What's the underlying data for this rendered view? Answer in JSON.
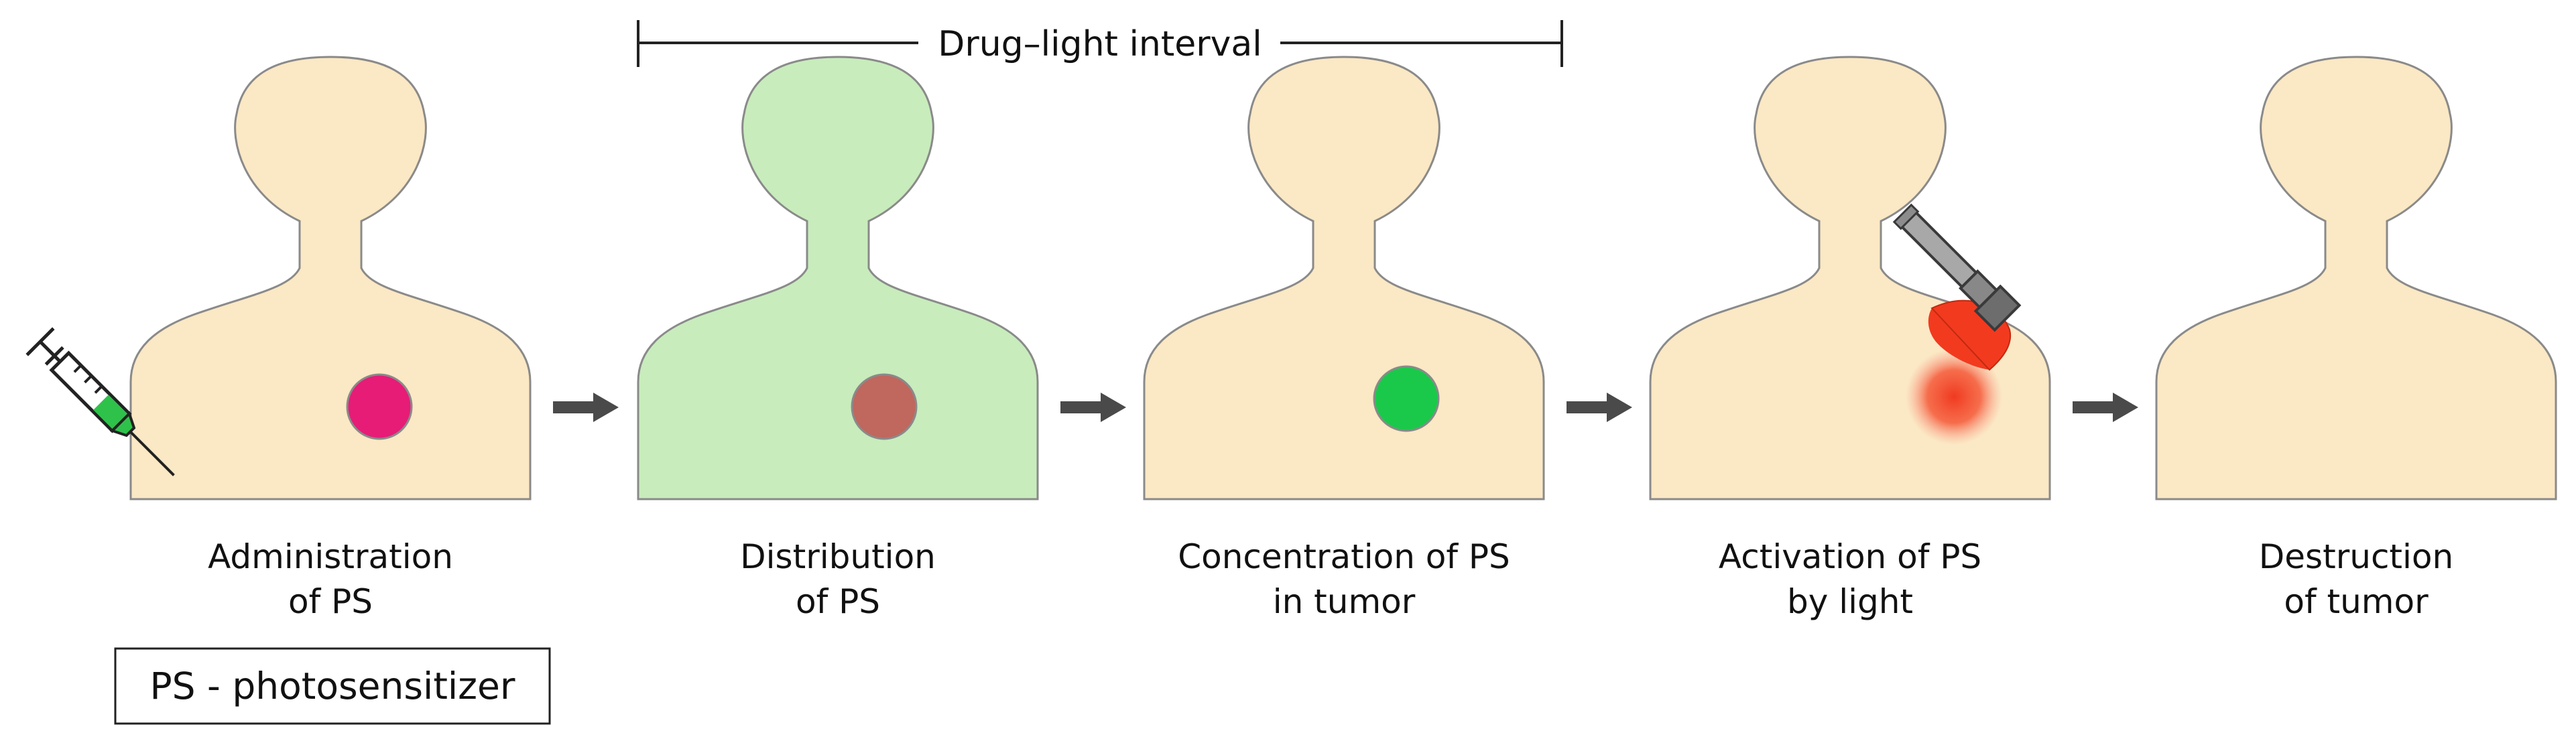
{
  "interval": {
    "label": "Drug–light interval"
  },
  "stages": [
    {
      "label_line1": "Administration",
      "label_line2": "of PS",
      "body_color": "#fbe8c4",
      "spot_color": "#e61c77"
    },
    {
      "label_line1": "Distribution",
      "label_line2": "of PS",
      "body_color": "#c8ecbc",
      "spot_color": "#c0675e"
    },
    {
      "label_line1": "Concentration of PS",
      "label_line2": "in tumor",
      "body_color": "#fbe8c4",
      "spot_color": "#1ac94a"
    },
    {
      "label_line1": "Activation of PS",
      "label_line2": "by light",
      "body_color": "#fbe8c4",
      "spot_color": "#f26a50"
    },
    {
      "label_line1": "Destruction",
      "label_line2": "of tumor",
      "body_color": "#fbe8c4",
      "spot_color": ""
    }
  ],
  "icons": {
    "syringe": "syringe-icon",
    "flashlight": "flashlight-icon",
    "arrow": "arrow-right-icon"
  },
  "colors": {
    "outline": "#8a8a8a",
    "arrow": "#4a4a4a",
    "syringe_fluid": "#2ec24a",
    "light_beam": "#f23a1f"
  },
  "legend": {
    "text": "PS - photosensitizer"
  }
}
